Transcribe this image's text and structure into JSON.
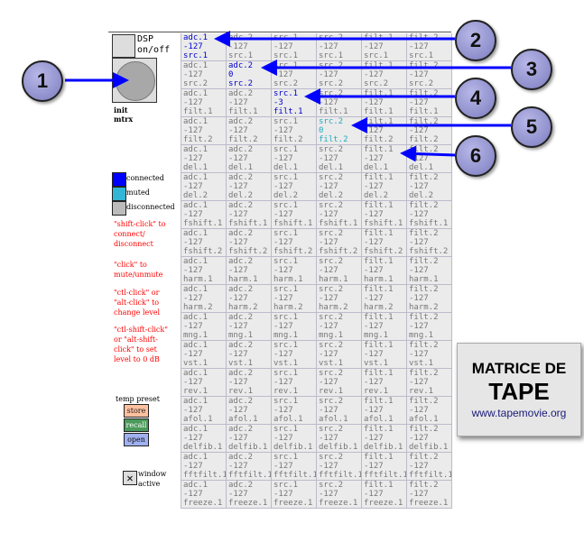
{
  "dsp": {
    "label": "DSP on/off"
  },
  "init": {
    "label1": "init",
    "label2": "mtrx"
  },
  "legend": [
    {
      "label": "connected",
      "color": "#0000ff"
    },
    {
      "label": "muted",
      "color": "#33b5d5"
    },
    {
      "label": "disconnected",
      "color": "#bbbbbb"
    }
  ],
  "help": [
    "\"shift-click\" to connect/ disconnect",
    "\"click\" to mute/unmute",
    "\"ctl-click\" or \"alt-click\" to change level",
    "\"ctl-shift-click\" or \"alt-shift-click\" to set level to 0 dB"
  ],
  "preset": {
    "title": "temp preset",
    "store": "store",
    "recall": "recall",
    "open": "open",
    "store_color": "#ffc0a0",
    "recall_color": "#4a9a5a",
    "open_color": "#a0b0f0"
  },
  "window": {
    "label": "window active",
    "checked": true
  },
  "matrix": {
    "inputs": [
      "adc.1",
      "adc.2",
      "src.1",
      "src.2",
      "filt.1",
      "filt.2"
    ],
    "outputs": [
      "src.1",
      "src.2",
      "filt.1",
      "filt.2",
      "del.1",
      "del.2",
      "fshift.1",
      "fshift.2",
      "harm.1",
      "harm.2",
      "mng.1",
      "vst.1",
      "rev.1",
      "afol.1",
      "delfib.1",
      "fftfilt.1",
      "freeze.1"
    ],
    "default_level": "-127",
    "special": [
      {
        "row": 0,
        "col": 0,
        "level": "-127",
        "state": "connected"
      },
      {
        "row": 1,
        "col": 1,
        "level": "0",
        "state": "connected"
      },
      {
        "row": 2,
        "col": 2,
        "level": "-3",
        "state": "connected"
      },
      {
        "row": 3,
        "col": 3,
        "level": "0",
        "state": "muted"
      }
    ]
  },
  "overlay": {
    "line1": "MATRICE DE",
    "line2": "TAPE",
    "url": "www.tapemovie.org"
  },
  "callouts": [
    "1",
    "2",
    "3",
    "4",
    "5",
    "6"
  ]
}
